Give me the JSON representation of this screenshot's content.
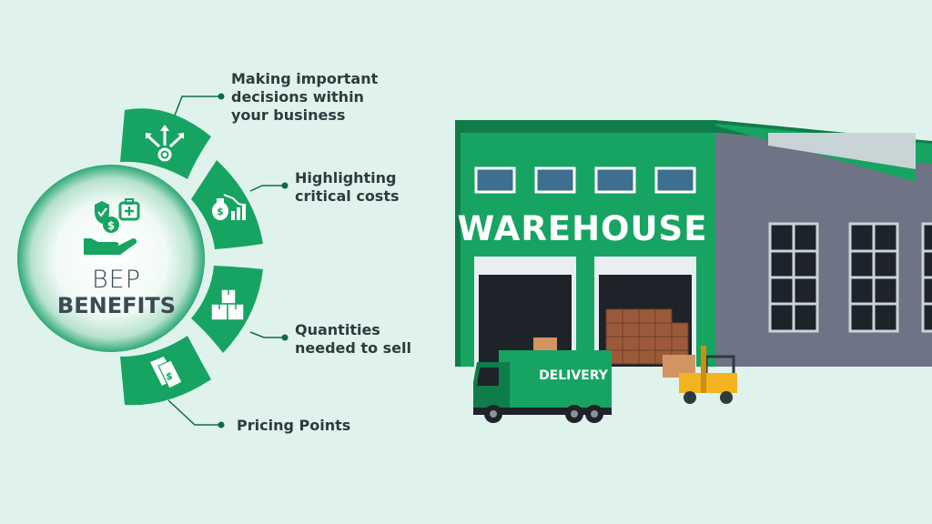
{
  "center": {
    "title_line1": "BEP",
    "title_line2": "BENEFITS"
  },
  "benefits": [
    {
      "label": "Making important\ndecisions within\nyour business",
      "icon": "arrows-gear-icon"
    },
    {
      "label": "Highlighting\ncritical costs",
      "icon": "money-bag-chart-icon"
    },
    {
      "label": "Quantities\nneeded to sell",
      "icon": "boxes-icon"
    },
    {
      "label": "Pricing Points",
      "icon": "price-tags-icon"
    }
  ],
  "warehouse": {
    "sign": "WAREHOUSE"
  },
  "truck": {
    "sign": "DELIVERY"
  },
  "colors": {
    "background": "#dff3ec",
    "brand_green": "#17a462",
    "dark_green": "#0f7d4a",
    "gray_wall": "#6e7386",
    "forklift_yellow": "#f2b31e"
  }
}
